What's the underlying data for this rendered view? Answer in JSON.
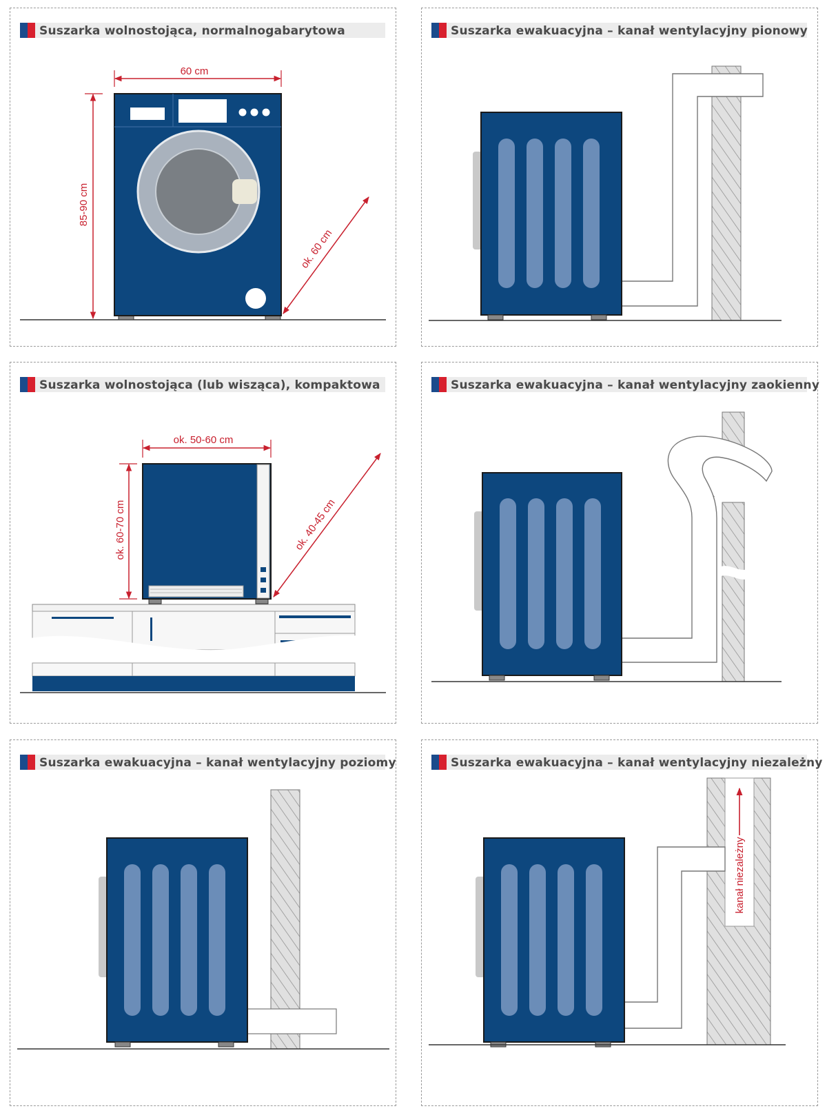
{
  "colors": {
    "dryer_blue": "#0d477e",
    "ridge": "#6b8db8",
    "dimension_red": "#c8202e",
    "wall_gray": "#e0e0e0",
    "flag_blue": "#1b4b8c",
    "flag_red": "#d8202e"
  },
  "panels": [
    {
      "title": "Suszarka wolnostojąca, normalnogabarytowa",
      "dim_width": "60 cm",
      "dim_height": "85-90 cm",
      "dim_depth": "ok. 60 cm"
    },
    {
      "title": "Suszarka ewakuacyjna – kanał wentylacyjny pionowy"
    },
    {
      "title": "Suszarka wolnostojąca (lub wisząca), kompaktowa",
      "dim_width": "ok. 50-60 cm",
      "dim_height": "ok. 60-70 cm",
      "dim_depth": "ok. 40-45 cm"
    },
    {
      "title": "Suszarka ewakuacyjna – kanał wentylacyjny zaokienny"
    },
    {
      "title": "Suszarka ewakuacyjna – kanał wentylacyjny poziomy"
    },
    {
      "title": "Suszarka ewakuacyjna – kanał wentylacyjny niezależny",
      "channel_label": "kanał niezależny"
    }
  ]
}
